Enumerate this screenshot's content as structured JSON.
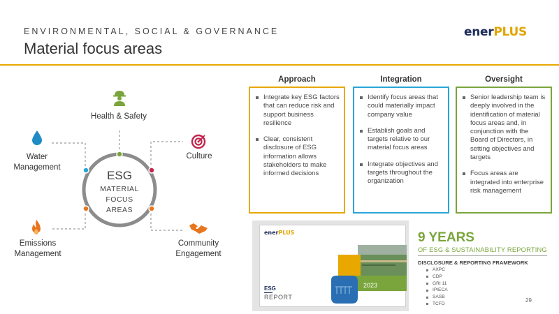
{
  "header": {
    "eyebrow": "ENVIRONMENTAL, SOCIAL & GOVERNANCE",
    "title": "Material focus areas",
    "logo_en": "ener",
    "logo_plus": "PLUS"
  },
  "colors": {
    "accent_yellow": "#e8a800",
    "green": "#7aa53c",
    "blue": "#2aa5d8",
    "navy": "#1e2d5a",
    "crimson": "#c2264e",
    "orange": "#e8761e"
  },
  "diagram": {
    "center_title": "ESG",
    "center_line1": "MATERIAL",
    "center_line2": "FOCUS",
    "center_line3": "AREAS",
    "items": {
      "health_safety": {
        "label": "Health & Safety",
        "icon": "worker-hardhat-icon"
      },
      "culture": {
        "label": "Culture",
        "icon": "target-icon"
      },
      "water_line1": "Water",
      "water_line2": "Management",
      "water_icon": "water-drop-icon",
      "emissions_line1": "Emissions",
      "emissions_line2": "Management",
      "emissions_icon": "flame-icon",
      "community_line1": "Community",
      "community_line2": "Engagement",
      "community_icon": "handshake-icon"
    }
  },
  "columns": [
    {
      "heading": "Approach",
      "border": "#e8a800",
      "bullets": [
        "Integrate key ESG factors that can reduce risk and support business resilience",
        "Clear, consistent disclosure of ESG information allows stakeholders to make informed decisions"
      ]
    },
    {
      "heading": "Integration",
      "border": "#2aa5d8",
      "bullets": [
        "Identify focus areas that could materially impact company value",
        "Establish goals and targets relative to our material focus areas",
        "Integrate objectives and targets throughout the organization"
      ]
    },
    {
      "heading": "Oversight",
      "border": "#7aa53c",
      "bullets": [
        "Senior leadership team is deeply involved in the identification of material focus areas and, in conjunction with the Board of Directors, in setting objectives and targets",
        "Focus areas are integrated into enterprise risk management"
      ]
    }
  ],
  "report": {
    "logo_en": "ener",
    "logo_plus": "PLUS",
    "esg": "ESG",
    "report_word": "REPORT",
    "year": "2023"
  },
  "reporting": {
    "years": "9 YEARS",
    "subtitle": "OF ESG & SUSTAINABILITY REPORTING",
    "framework_title": "DISCLOSURE & REPORTING FRAMEWORK",
    "frameworks": [
      "AXPC",
      "CDP",
      "GRI 11",
      "IPIECA",
      "SASB",
      "TCFD"
    ]
  },
  "page_number": "29"
}
